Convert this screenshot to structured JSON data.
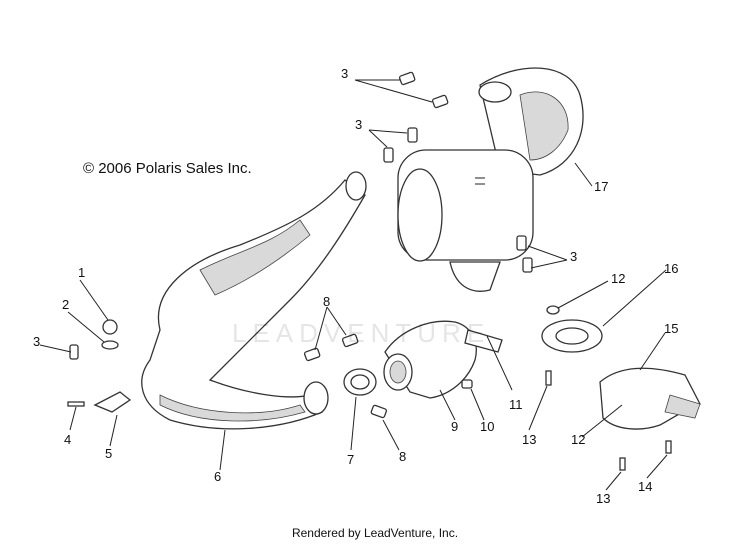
{
  "copyright": "© 2006 Polaris Sales Inc.",
  "footer": "Rendered by LeadVenture, Inc.",
  "watermark": "LEADVENTURE",
  "callouts": [
    {
      "label": "3"
    },
    {
      "label": "3"
    },
    {
      "label": "17"
    },
    {
      "label": "3"
    },
    {
      "label": "1"
    },
    {
      "label": "2"
    },
    {
      "label": "3"
    },
    {
      "label": "8"
    },
    {
      "label": "12"
    },
    {
      "label": "16"
    },
    {
      "label": "15"
    },
    {
      "label": "11"
    },
    {
      "label": "4"
    },
    {
      "label": "5"
    },
    {
      "label": "7"
    },
    {
      "label": "9"
    },
    {
      "label": "10"
    },
    {
      "label": "13"
    },
    {
      "label": "12"
    },
    {
      "label": "6"
    },
    {
      "label": "8"
    },
    {
      "label": "13"
    },
    {
      "label": "14"
    }
  ]
}
